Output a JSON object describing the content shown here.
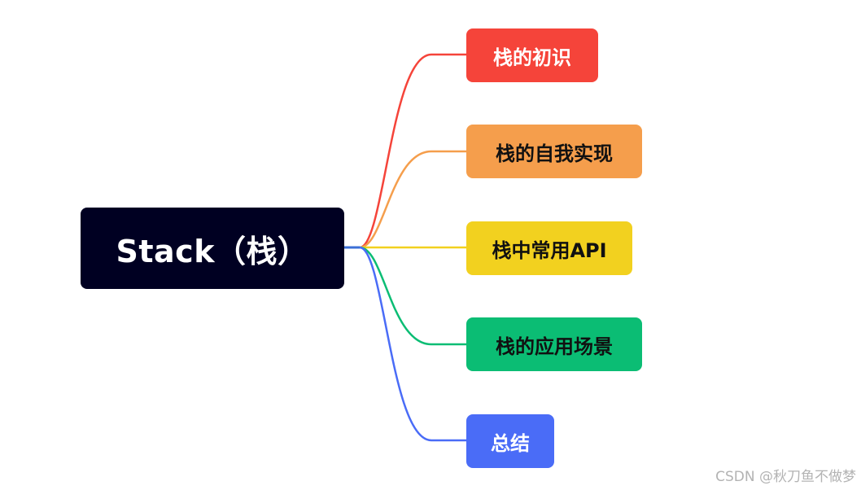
{
  "root": {
    "label": "Stack（栈）",
    "color": "#000022",
    "connector_color": "#3b6fd6"
  },
  "branches": [
    {
      "label": "栈的初识",
      "bg": "#f5443a",
      "text_color": "#ffffff",
      "line": "#f5443a"
    },
    {
      "label": "栈的自我实现",
      "bg": "#f59e4c",
      "text_color": "#111111",
      "line": "#f59e4c"
    },
    {
      "label": "栈中常用API",
      "bg": "#f2d11f",
      "text_color": "#111111",
      "line": "#f2d11f"
    },
    {
      "label": "栈的应用场景",
      "bg": "#0bbd74",
      "text_color": "#111111",
      "line": "#0bbd74"
    },
    {
      "label": "总结",
      "bg": "#4a6cf7",
      "text_color": "#ffffff",
      "line": "#4a6cf7"
    }
  ],
  "watermark": "CSDN @秋刀鱼不做梦"
}
